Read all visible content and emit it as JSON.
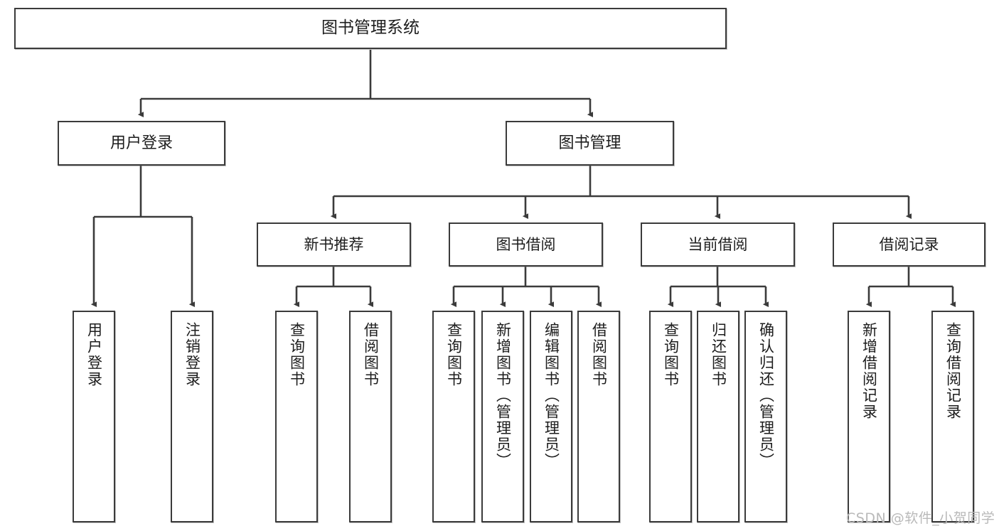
{
  "diagram": {
    "title": "图书管理系统",
    "type": "tree",
    "watermark": "CSDN @软件_小贺同学",
    "colors": {
      "box_border": "#3b3b3b",
      "box_fill": "#ffffff",
      "edge": "#3b3b3b",
      "text": "#1d1d1d",
      "watermark": "#b9b9b9",
      "page_background": "#ffffff"
    },
    "nodes": {
      "root": {
        "id": "root",
        "label": "图书管理系统",
        "level": 0
      },
      "l1": [
        {
          "id": "user-login",
          "label": "用户登录",
          "level": 1
        },
        {
          "id": "book-manage",
          "label": "图书管理",
          "level": 1
        }
      ],
      "l2": [
        {
          "id": "new-book-rec",
          "label": "新书推荐",
          "level": 2,
          "parent": "book-manage"
        },
        {
          "id": "book-borrow",
          "label": "图书借阅",
          "level": 2,
          "parent": "book-manage"
        },
        {
          "id": "current-borrow",
          "label": "当前借阅",
          "level": 2,
          "parent": "book-manage"
        },
        {
          "id": "borrow-record",
          "label": "借阅记录",
          "level": 2,
          "parent": "book-manage"
        }
      ],
      "leaves": [
        {
          "id": "leaf-user-login",
          "label": "用户登录",
          "parent": "user-login"
        },
        {
          "id": "leaf-logout",
          "label": "注销登录",
          "parent": "user-login"
        },
        {
          "id": "leaf-query-book-rec",
          "label": "查询图书",
          "parent": "new-book-rec"
        },
        {
          "id": "leaf-borrow-book-rec",
          "label": "借阅图书",
          "parent": "new-book-rec"
        },
        {
          "id": "leaf-query-book-bb",
          "label": "查询图书",
          "parent": "book-borrow"
        },
        {
          "id": "leaf-add-book",
          "label": "新增图书（管理员）",
          "parent": "book-borrow"
        },
        {
          "id": "leaf-edit-book",
          "label": "编辑图书（管理员）",
          "parent": "book-borrow"
        },
        {
          "id": "leaf-borrow-book-bb",
          "label": "借阅图书",
          "parent": "book-borrow"
        },
        {
          "id": "leaf-query-book-cb",
          "label": "查询图书",
          "parent": "current-borrow"
        },
        {
          "id": "leaf-return-book",
          "label": "归还图书",
          "parent": "current-borrow"
        },
        {
          "id": "leaf-confirm-return",
          "label": "确认归还（管理员）",
          "parent": "current-borrow"
        },
        {
          "id": "leaf-add-record",
          "label": "新增借阅记录",
          "parent": "borrow-record"
        },
        {
          "id": "leaf-query-record",
          "label": "查询借阅记录",
          "parent": "borrow-record"
        }
      ]
    }
  }
}
